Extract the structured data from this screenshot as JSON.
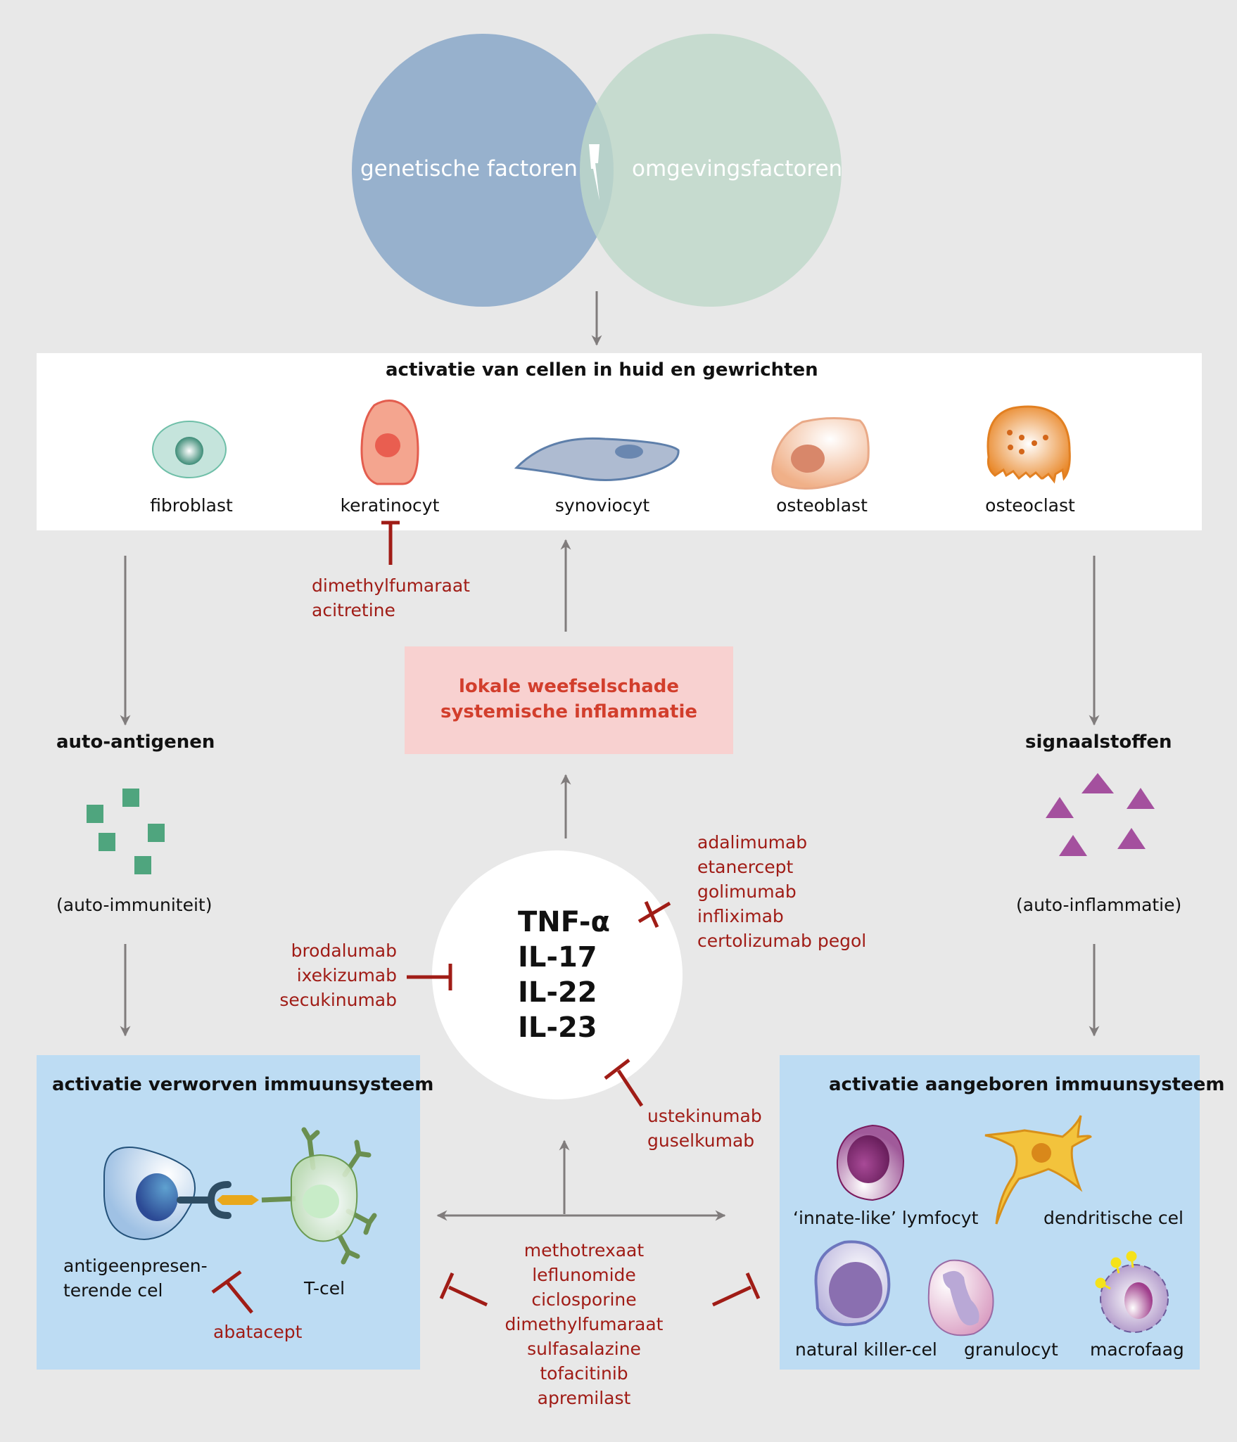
{
  "venn": {
    "left_label": "genetische factoren",
    "right_label": "omgevingsfactoren",
    "left_color": "#97b1cd",
    "right_color": "#bed8c9",
    "overlap_icon": "lightning-bolt"
  },
  "cells_box": {
    "title": "activatie van cellen in huid en gewrichten",
    "cells": [
      {
        "label": "fibroblast"
      },
      {
        "label": "keratinocyt"
      },
      {
        "label": "synoviocyt"
      },
      {
        "label": "osteoblast"
      },
      {
        "label": "osteoclast"
      }
    ]
  },
  "keratinocyt_drugs": [
    "dimethylfumaraat",
    "acitretine"
  ],
  "damage_box": {
    "lines": [
      "lokale weefselschade",
      "systemische inflammatie"
    ],
    "color": "#d23e2c"
  },
  "left_branch": {
    "heading": "auto-antigenen",
    "caption": "(auto-immuniteit)",
    "marker_color": "#4fa57e"
  },
  "right_branch": {
    "heading": "signaalstoffen",
    "caption": "(auto-inflammatie)",
    "marker_color": "#a4509e"
  },
  "cytokines": [
    "TNF-α",
    "IL-17",
    "IL-22",
    "IL-23"
  ],
  "tnf_drugs": [
    "adalimumab",
    "etanercept",
    "golimumab",
    "infliximab",
    "certolizumab pegol"
  ],
  "il17_drugs": [
    "brodalumab",
    "ixekizumab",
    "secukinumab"
  ],
  "il23_drugs": [
    "ustekinumab",
    "guselkumab"
  ],
  "acquired_box": {
    "title": "activatie verworven immuunsysteem",
    "apc_label_line1": "antigeenpresen-",
    "apc_label_line2": "terende cel",
    "tcell_label": "T-cel",
    "drug": "abatacept"
  },
  "innate_box": {
    "title": "activatie aangeboren immuunsysteem",
    "cells": [
      {
        "label": "‘innate-like’ lymfocyt"
      },
      {
        "label": "dendritische cel"
      },
      {
        "label": "natural killer-cel"
      },
      {
        "label": "granulocyt"
      },
      {
        "label": "macrofaag"
      }
    ]
  },
  "systemic_drugs": [
    "methotrexaat",
    "leflunomide",
    "ciclosporine",
    "dimethylfumaraat",
    "sulfasalazine",
    "tofacitinib",
    "apremilast"
  ],
  "colors": {
    "background": "#e8e8e8",
    "arrow": "#807c7c",
    "inhibitor": "#a01c16",
    "blue_box": "#bddcf3",
    "pink_box": "#f8d1d0"
  }
}
